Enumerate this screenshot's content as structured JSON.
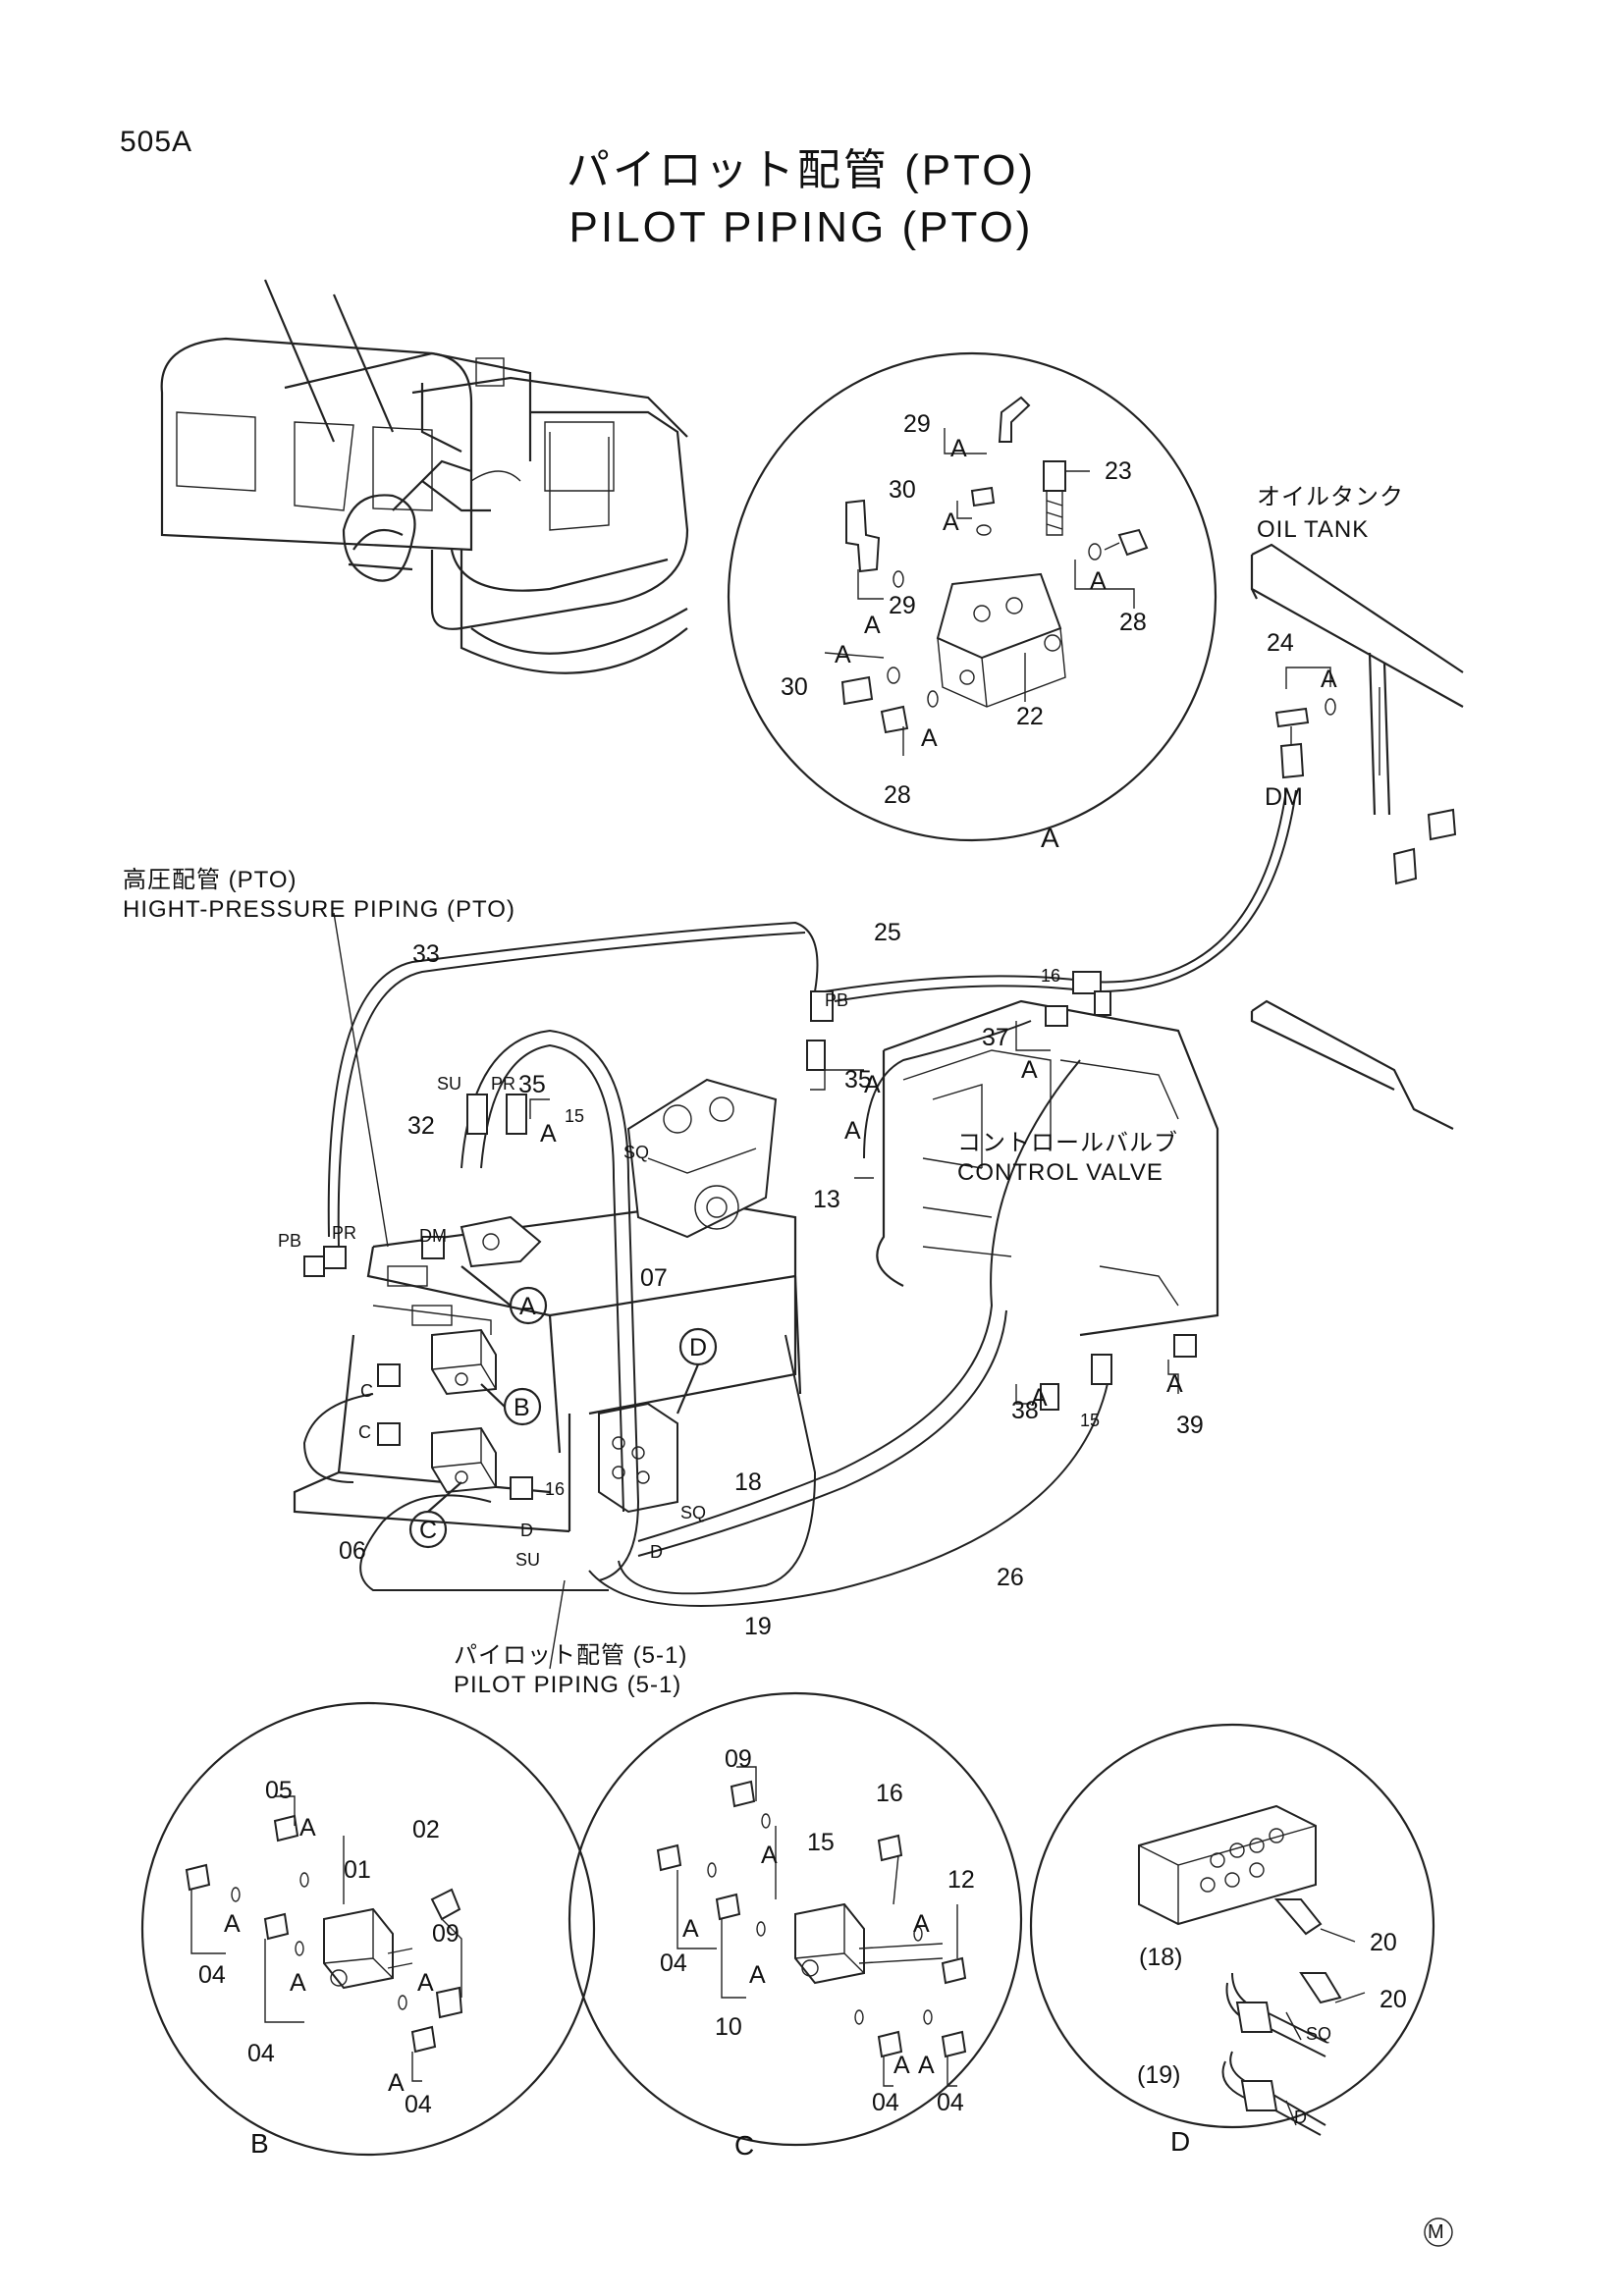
{
  "page_number": "505A",
  "title": {
    "jp": "パイロット配管 (PTO)",
    "en": "PILOT PIPING (PTO)"
  },
  "callouts": {
    "oil_tank_jp": "オイルタンク",
    "oil_tank_en": "OIL TANK",
    "hp_piping_jp": "高圧配管 (PTO)",
    "hp_piping_en": "HIGHT-PRESSURE PIPING (PTO)",
    "control_valve_jp": "コントロールバルブ",
    "control_valve_en": "CONTROL VALVE",
    "pilot_51_jp": "パイロット配管 (5-1)",
    "pilot_51_en": "PILOT PIPING (5-1)"
  },
  "detail_labels": {
    "a": "A",
    "b": "B",
    "c": "C",
    "d": "D"
  },
  "main_markers": {
    "a": "A",
    "b": "B",
    "c": "C",
    "d": "D"
  },
  "seal_mark": "A",
  "detail_a_parts": [
    "29",
    "23",
    "30",
    "28",
    "29",
    "30",
    "22",
    "28"
  ],
  "oil_tank_parts": [
    "24",
    "DM"
  ],
  "main_parts": [
    "25",
    "16",
    "33",
    "PB",
    "37",
    "35",
    "32",
    "SU",
    "PR",
    "35",
    "15",
    "SQ",
    "13",
    "PB",
    "PR",
    "DM",
    "07",
    "38",
    "15",
    "39",
    "C",
    "C",
    "06",
    "16",
    "D",
    "SU",
    "18",
    "SQ",
    "D",
    "19",
    "26"
  ],
  "detail_b_parts": [
    "05",
    "01",
    "02",
    "09",
    "04",
    "04",
    "04"
  ],
  "detail_c_parts": [
    "09",
    "16",
    "15",
    "12",
    "04",
    "10",
    "04",
    "04"
  ],
  "detail_d_parts": [
    "20",
    "(18)",
    "20",
    "SQ",
    "(19)",
    "D"
  ],
  "corner_mark": "M",
  "colors": {
    "line": "#222222",
    "paper": "#ffffff"
  }
}
